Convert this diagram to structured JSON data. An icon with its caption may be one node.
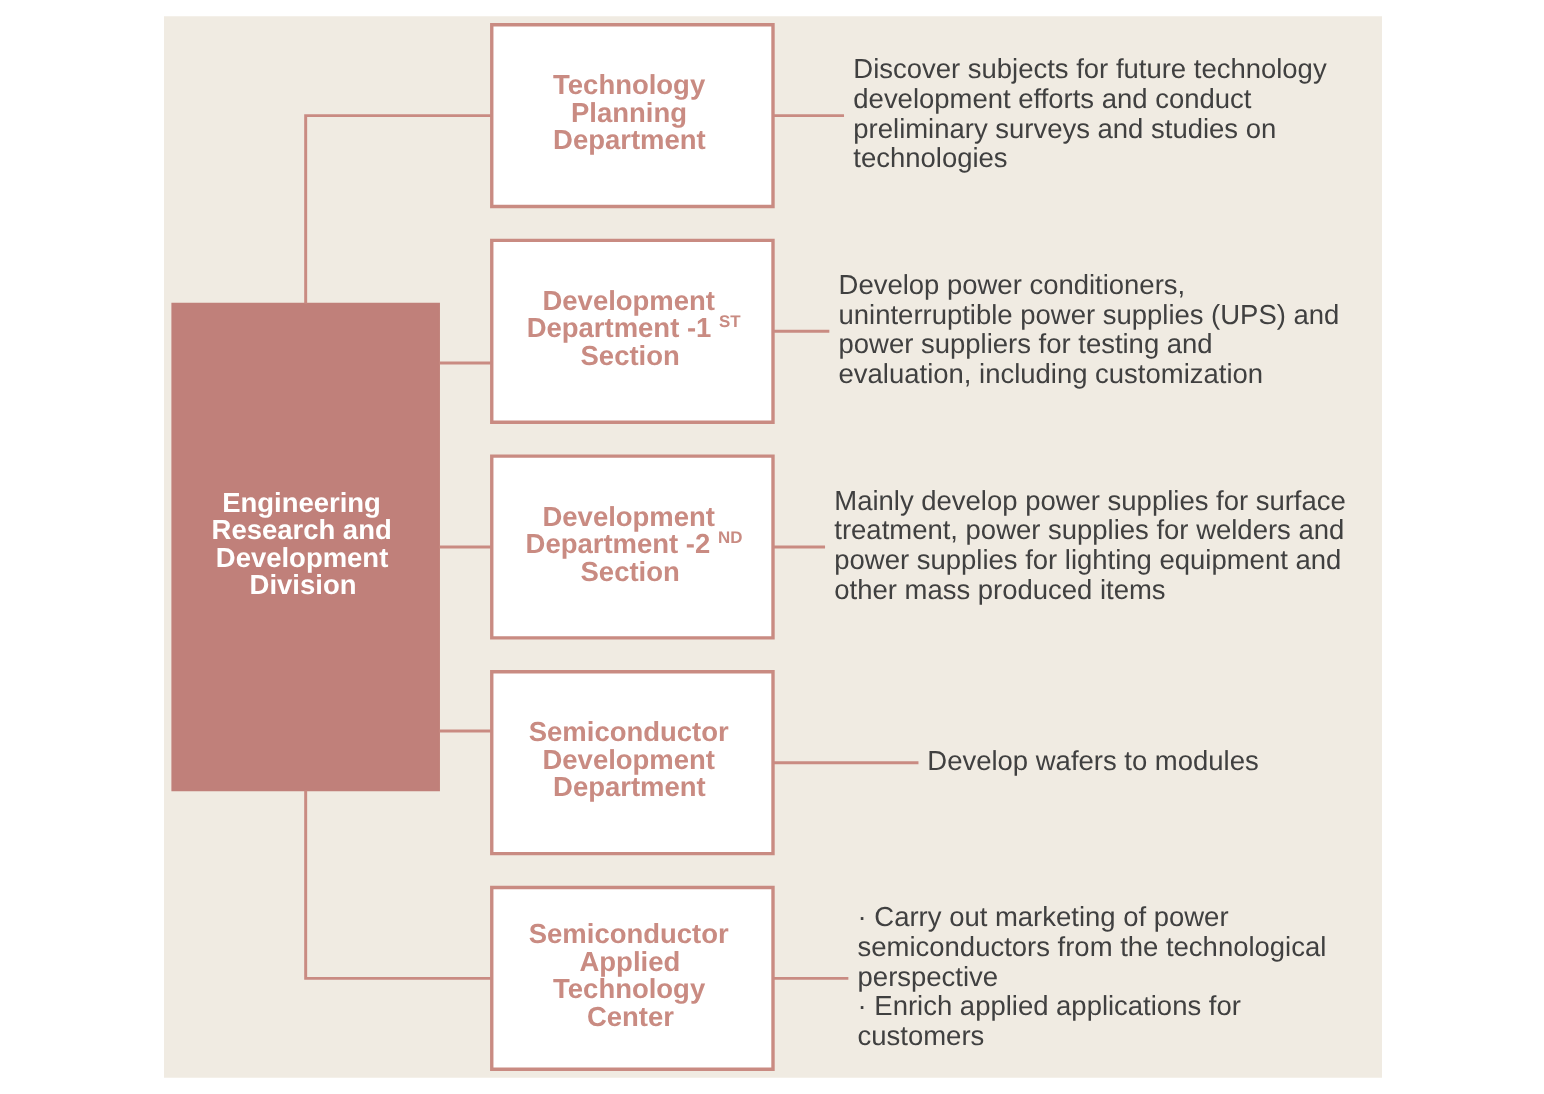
{
  "diagram": {
    "nodes": [
      {
        "text": [
          "Engineering Research and Development Division"
        ]
      },
      {
        "text": [
          "Technology Planning Department"
        ]
      },
      {
        "text": [
          "Discover subjects for future technology development efforts and conduct preliminary surveys and studies on technologies"
        ]
      },
      {
        "text": [
          "Development Department -1$^{ST}$ Section"
        ]
      },
      {
        "text": [
          "Develop power conditioners, uninterruptible power supplies (UPS) and power suppliers for testing and evaluation, including customization"
        ]
      },
      {
        "text": [
          "Development Department -2$^{ND}$ Section"
        ]
      },
      {
        "text": [
          "Mainly develop power supplies for surface treatment, power supplies for welders and power supplies for lighting equipment and other mass produced items"
        ]
      },
      {
        "text": [
          "Semiconductor Development Department"
        ]
      },
      {
        "text": [
          "Develop wafers to modules"
        ]
      },
      {
        "text": [
          "Semiconductor Applied Technology Center"
        ]
      },
      {
        "text": [
          "· Carry out marketing of power semiconductors from the technological perspective",
          "· Enrich applied applications for customers"
        ]
      }
    ],
    "edges": [
      {
        "from": 0,
        "to": 1,
        "arrow": "none"
      },
      {
        "from": 0,
        "to": 3,
        "arrow": "none"
      },
      {
        "from": 0,
        "to": 5,
        "arrow": "none"
      },
      {
        "from": 0,
        "to": 7,
        "arrow": "none"
      },
      {
        "from": 0,
        "to": 9,
        "arrow": "none"
      },
      {
        "from": 1,
        "to": 2,
        "arrow": "none"
      },
      {
        "from": 3,
        "to": 4,
        "arrow": "none"
      },
      {
        "from": 5,
        "to": 6,
        "arrow": "none"
      },
      {
        "from": 7,
        "to": 8,
        "arrow": "none"
      },
      {
        "from": 9,
        "to": 10,
        "arrow": "none"
      }
    ]
  }
}
